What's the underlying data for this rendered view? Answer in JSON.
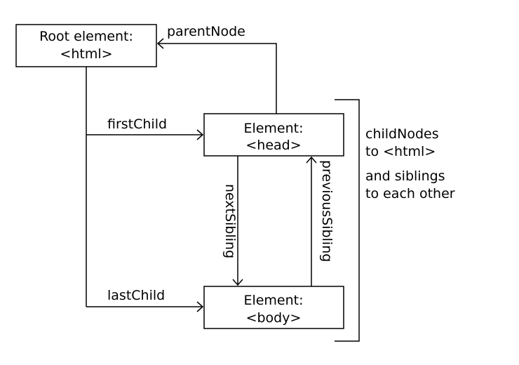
{
  "nodes": {
    "root": {
      "line1": "Root element:",
      "line2": "<html>"
    },
    "head": {
      "line1": "Element:",
      "line2": "<head>"
    },
    "body": {
      "line1": "Element:",
      "line2": "<body>"
    }
  },
  "edges": {
    "parent_node": "parentNode",
    "first_child": "firstChild",
    "last_child": "lastChild",
    "next_sibling": "nextSibling",
    "previous_sibling": "previousSibling"
  },
  "bracket_note": {
    "lines": [
      "childNodes",
      "to <html>",
      "and siblings",
      "to each other"
    ]
  }
}
